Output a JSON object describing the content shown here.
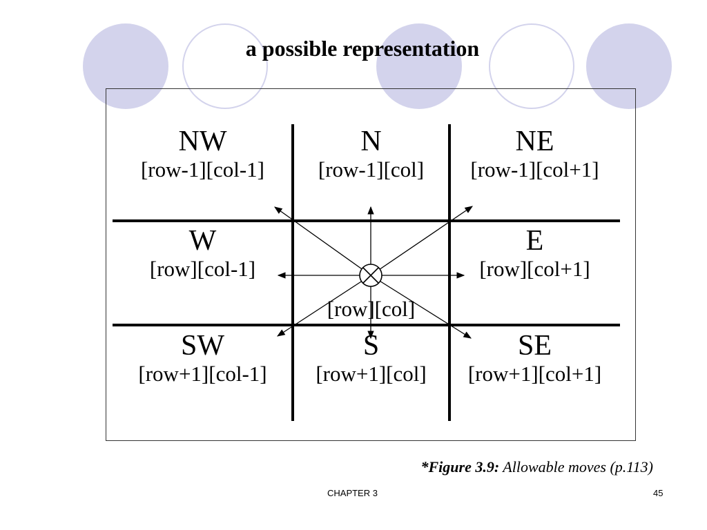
{
  "slide": {
    "title": "a possible representation",
    "caption_figure": "*Figure 3.9:",
    "caption_text": " Allowable moves (p.113)",
    "footer_left": "CHAPTER 3",
    "footer_page": "45"
  },
  "grid": {
    "nw": {
      "dir": "NW",
      "idx": "[row-1][col-1]"
    },
    "n": {
      "dir": "N",
      "idx": "[row-1][col]"
    },
    "ne": {
      "dir": "NE",
      "idx": "[row-1][col+1]"
    },
    "w": {
      "dir": "W",
      "idx": "[row][col-1]"
    },
    "e": {
      "dir": "E",
      "idx": "[row][col+1]"
    },
    "sw": {
      "dir": "SW",
      "idx": "[row+1][col-1]"
    },
    "s": {
      "dir": "S",
      "idx": "[row+1][col]"
    },
    "se": {
      "dir": "SE",
      "idx": "[row+1][col+1]"
    },
    "center_idx": "[row][col]"
  },
  "decor": {
    "circle_color": "#d3d3ec"
  }
}
